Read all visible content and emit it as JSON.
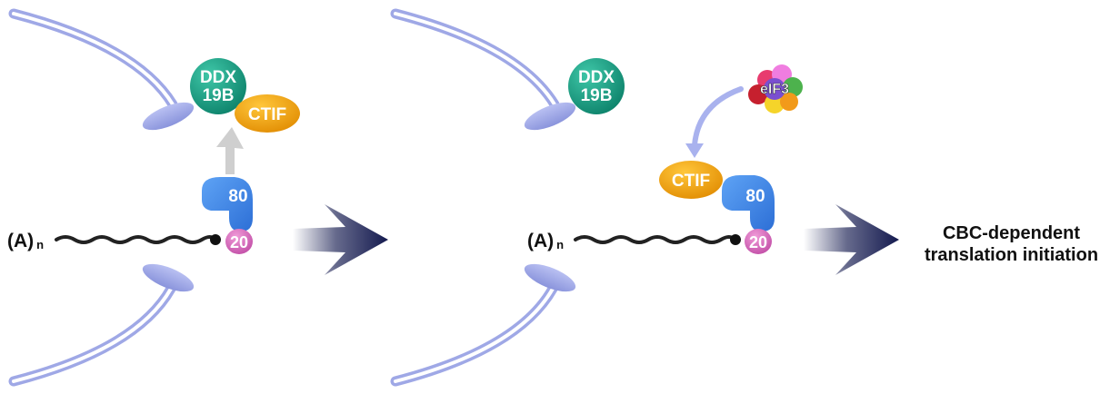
{
  "panels": [
    {
      "polyA": {
        "base": "(A)",
        "subscript": "n"
      },
      "ddx": {
        "line1": "DDX",
        "line2": "19B"
      },
      "ctif": "CTIF",
      "cbp80": "80",
      "cbp20": "20"
    },
    {
      "polyA": {
        "base": "(A)",
        "subscript": "n"
      },
      "ddx": {
        "line1": "DDX",
        "line2": "19B"
      },
      "ctif": "CTIF",
      "eif3": "eIF3",
      "cbp80": "80",
      "cbp20": "20"
    }
  ],
  "result": {
    "line1": "CBC-dependent",
    "line2": "translation initiation"
  },
  "colors": {
    "pore": "#9fa8e6",
    "ddx": "#14a084",
    "ctif": "#f2a000",
    "cbp80": "#3f86e6",
    "cbp20": "#d561b8",
    "arrow": "#141a4f",
    "grey_arrow": "#c8c8c8"
  }
}
